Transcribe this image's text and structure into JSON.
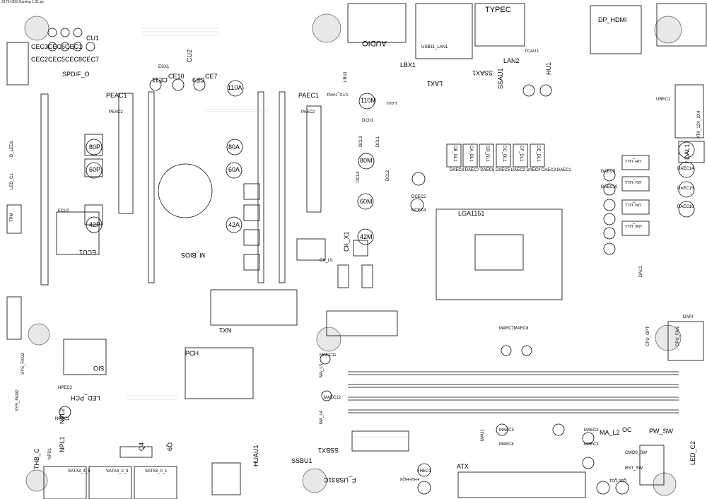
{
  "header": {
    "caption": "Z170-HD3 Gaming 1.01.ps"
  },
  "labels": {
    "audio": "AUDIO",
    "typec": "TYPEC",
    "dp_hdmi": "DP_HDMI",
    "usb31_lan1": "USB31_LAN1",
    "lbx1": "LBX1",
    "lan2": "LAN2",
    "lax1": "LAX1",
    "tcau1": "TCAU1",
    "hu1": "HU1",
    "ssau1": "SSAU1",
    "ssax1": "SSAX1",
    "lau1": "LAU1",
    "lbu1": "LBU1",
    "cu1": "CU1",
    "cec3": "CEC3CEC6CEC1",
    "cec2": "CEC2CEC5CEC8CEC7",
    "spdif_o": "SPDIF_O",
    "esx1": "ESX1",
    "cu2": "CU2",
    "ce10": "CE10",
    "ce11": "CE11",
    "ce9": "CE9",
    "ce7": "CE7",
    "m110a": "110A",
    "m110m": "110M",
    "m80a": "80A",
    "m80m": "80M",
    "m80p": "80P",
    "m60a": "60A",
    "m60m": "60M",
    "m60p": "60P",
    "m42a": "42A",
    "m42m": "42M",
    "m42p": "42P",
    "peac1": "PEAC1",
    "peac2": "PEAC2",
    "paec1": "PAEC1",
    "paec2": "PAEC2",
    "ecu2": "ECU2",
    "ecu1": "ECU1",
    "tpm": "TPM",
    "d_led1": "D_LED1",
    "led_c1": "LED_C1",
    "m_bios": "M_BIOS",
    "sys_fan1": "SYS_FAN1",
    "dcu1": "DCU1",
    "dcl3": "DCL3",
    "dcl1": "DCL1",
    "dcl2": "DCL2",
    "dcl4": "DCL4",
    "dcec2": "DCEC2",
    "dcec4": "DCEC4",
    "lga": "LGA1151",
    "ck_x1": "CK_X1",
    "ck_u1": "CK_U1",
    "atx_12v": "ATX_12V_2X4",
    "ubec": "UBEC1",
    "dal1": "DAL1",
    "daec14": "DAEC14",
    "daec15": "DAEC15",
    "daec16": "DAEC16",
    "dh_dl1": "DH_DL1",
    "dg_dl1": "DG_DL1",
    "dn_dl1": "DN_DL1",
    "dm_dl1": "DM_DL1",
    "daec9": "DAEC9",
    "daec10": "DAEC10",
    "dau1": "DAU1",
    "dl_row": [
      "DB_DL1",
      "DA_DL1",
      "DD_DL1",
      "DC_DL1",
      "DF_DL1",
      "DE_DL1"
    ],
    "daec_row": "DAEC8 DAEC7 DAEC6 DAEC5 DAEC2 DAEC4 DAEC3 DAEC1",
    "nx1": "NX1",
    "pch": "PCH",
    "sio": "SIO",
    "npec2": "NPEC2",
    "led_pch": "LED_PCH",
    "npl2": "NPL2",
    "npec1": "NPEC1",
    "npl1": "NPL1",
    "npd1": "NPD1",
    "thb_c": "THB_C",
    "sys_fan2": "SYS_FAN2",
    "sys_fan3": "SYS_FAN3",
    "sata45": "SATA3_4_5",
    "sata23": "SATA3_2_3",
    "sata01": "SATA3_0_1",
    "q4": "Q4",
    "q9": "Q9",
    "huau1": "HUAU1",
    "ssbu1": "SSBU1",
    "ssbx1": "SSBX1",
    "f_usb31c": "F_USB31C",
    "fhec1": "FHEC1",
    "fh_c": "FH2FHQ3",
    "atx": "ATX",
    "ma_l3": "MA_L3",
    "ma_l4": "MA_L4",
    "maec11": "MAEC11",
    "maec12": "MAEC12",
    "maec7": "MAEC7MAEC8",
    "maec3": "MAEC3",
    "maec4": "MAEC4",
    "maec2": "MAEC2",
    "maec1": "MAEC1",
    "mau1": "MAU1",
    "ma_l2": "MA_L2",
    "oc": "OC",
    "pw_sw": "PW_SW",
    "cmos_sw": "CMOS_SW",
    "rst_sw": "RST_SW",
    "q30q31": "Q30 Q31",
    "led_c2": "LED_C2",
    "cpu_opt": "CPU_OPT",
    "cpu_fan": "CPU_FAN",
    "dapi": "DAPI"
  }
}
